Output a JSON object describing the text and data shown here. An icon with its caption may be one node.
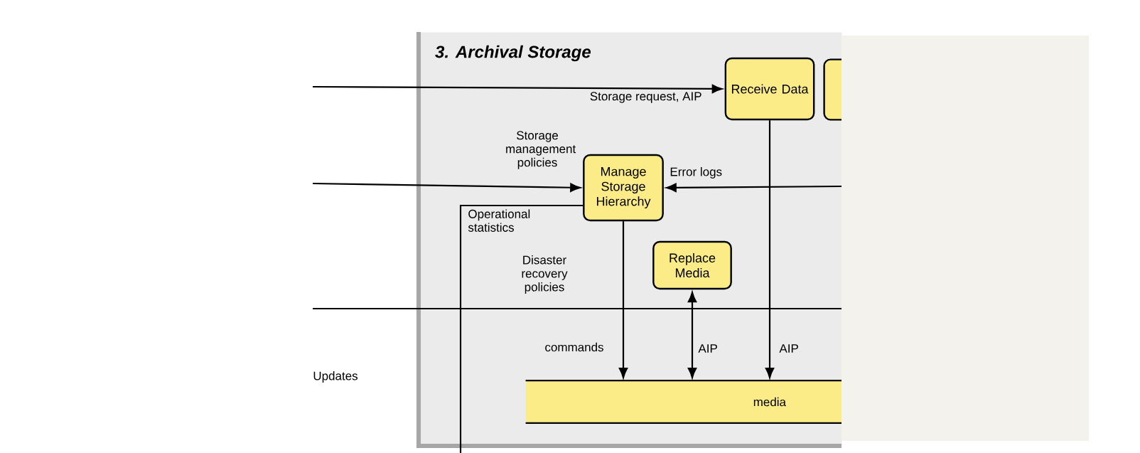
{
  "diagram": {
    "nodes": [
      {
        "text": [
          "3. Archival Storage"
        ]
      },
      {
        "text": [
          "Receive Data"
        ],
        "in": 0
      },
      {
        "text": [],
        "shape": "box",
        "in": 0
      },
      {
        "text": [
          "Manage Storage Hierarchy"
        ],
        "in": 0
      },
      {
        "text": [
          "Replace Media"
        ],
        "in": 0
      },
      {
        "text": [
          "media"
        ],
        "in": 0
      }
    ],
    "edges": [
      {
        "from": null,
        "to": 1,
        "arrow": "to",
        "label": "Storage request, AIP"
      },
      {
        "from": null,
        "to": 3,
        "arrow": "to",
        "label": "Storage management policies"
      },
      {
        "from": null,
        "to": 3,
        "arrow": "to",
        "label": "Error logs"
      },
      {
        "from": 3,
        "to": null,
        "arrow": "none",
        "label": "Operational statistics"
      },
      {
        "from": 3,
        "to": 5,
        "arrow": "to",
        "label": "commands"
      },
      {
        "from": 4,
        "to": 5,
        "arrow": "both",
        "label": "AIP"
      },
      {
        "from": 1,
        "to": 5,
        "arrow": "to",
        "label": "AIP"
      }
    ],
    "labels": [
      "Disaster recovery policies",
      "Updates"
    ]
  }
}
